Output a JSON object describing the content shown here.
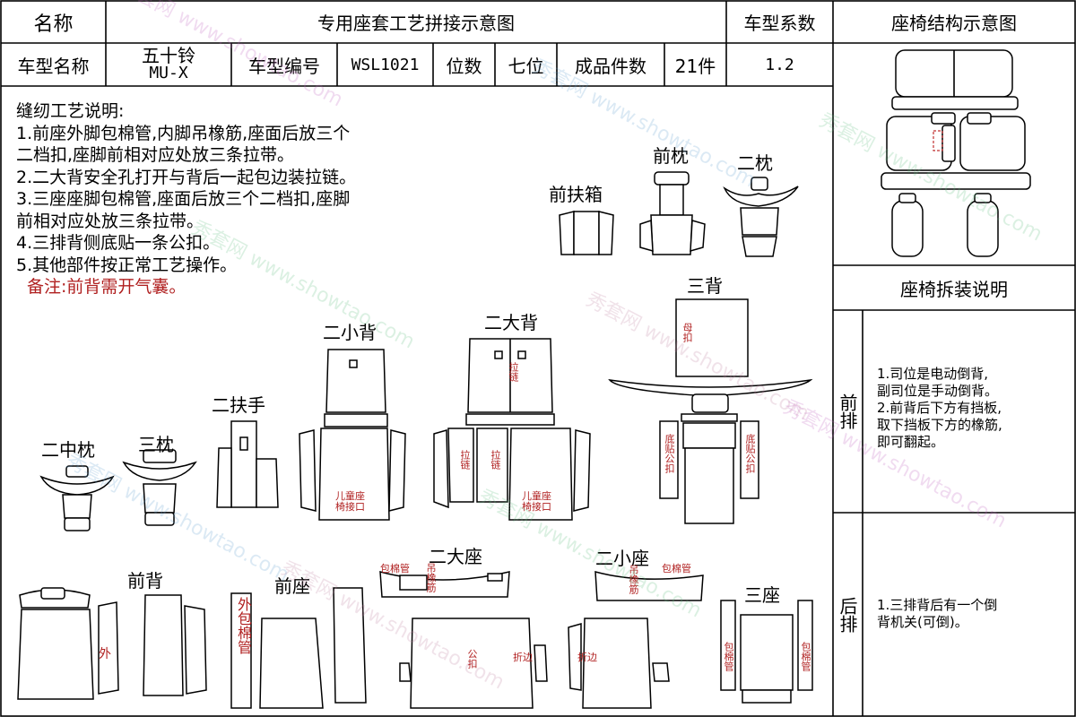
{
  "header": {
    "name_label": "名称",
    "title": "专用座套工艺拼接示意图",
    "series_label": "车型系数",
    "structure_title": "座椅结构示意图"
  },
  "info_row": {
    "model_name_label": "车型名称",
    "model_name_line1": "五十铃",
    "model_name_line2": "MU-X",
    "model_code_label": "车型编号",
    "model_code": "WSL1021",
    "seats_label": "位数",
    "seats_value": "七位",
    "pieces_label": "成品件数",
    "pieces_value": "21件",
    "series_value": "1.2"
  },
  "sewing_notes": {
    "title": "缝纫工艺说明:",
    "lines": [
      "1.前座外脚包棉管,内脚吊橡筋,座面后放三个",
      "二档扣,座脚前相对应处放三条拉带。",
      "2.二大背安全孔打开与背后一起包边装拉链。",
      "3.三座座脚包棉管,座面后放三个二档扣,座脚",
      "前相对应处放三条拉带。",
      "4.三排背侧底贴一条公扣。",
      "5.其他部件按正常工艺操作。"
    ],
    "remark": "备注:前背需开气囊。"
  },
  "side_panel": {
    "disassembly_title": "座椅拆装说明",
    "front_row_label": "前排",
    "front_row_text": [
      "1.司位是电动倒背,",
      "副司位是手动倒背。",
      "2.前背后下方有挡板,",
      "取下挡板下方的橡筋,",
      "即可翻起。"
    ],
    "rear_row_label": "后排",
    "rear_row_text": [
      "1.三排背后有一个倒",
      "背机关(可倒)。"
    ]
  },
  "pattern_labels": {
    "front_armbox": "前扶箱",
    "front_headrest": "前枕",
    "second_headrest": "二枕",
    "third_back": "三背",
    "second_small_back": "二小背",
    "second_big_back": "二大背",
    "second_armrest": "二扶手",
    "second_middle_headrest": "二中枕",
    "third_headrest": "三枕",
    "front_back": "前背",
    "front_seat": "前座",
    "second_big_seat": "二大座",
    "second_small_seat": "二小座",
    "third_seat": "三座"
  },
  "annotations": {
    "female_buckle": "母扣",
    "zipper": "拉链",
    "child_seat_line1": "儿童座",
    "child_seat_line2": "椅接口",
    "bottom_male_buckle": "底贴公扣",
    "wrap_pipe": "包棉管",
    "hang_elastic": "吊橡筋",
    "male_buckle": "公扣",
    "fold_edge": "折边",
    "outer": "外"
  },
  "watermark": {
    "text": "秀套网 www.showtao.com"
  }
}
